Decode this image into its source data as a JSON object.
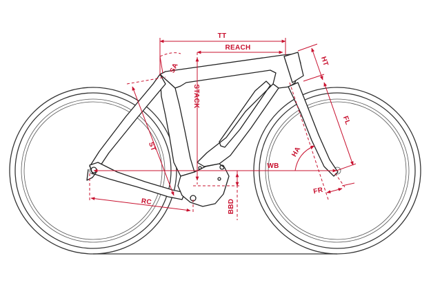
{
  "labels": {
    "tt": "TT",
    "reach": "REACH",
    "sa": "SA",
    "ht": "HT",
    "stack": "STACK",
    "st": "ST",
    "fl": "FL",
    "ha": "HA",
    "wb": "WB",
    "rc": "RC",
    "bbd": "BBD",
    "fr": "FR"
  },
  "colors": {
    "dimension": "#c8102e",
    "frame": "#222222"
  }
}
